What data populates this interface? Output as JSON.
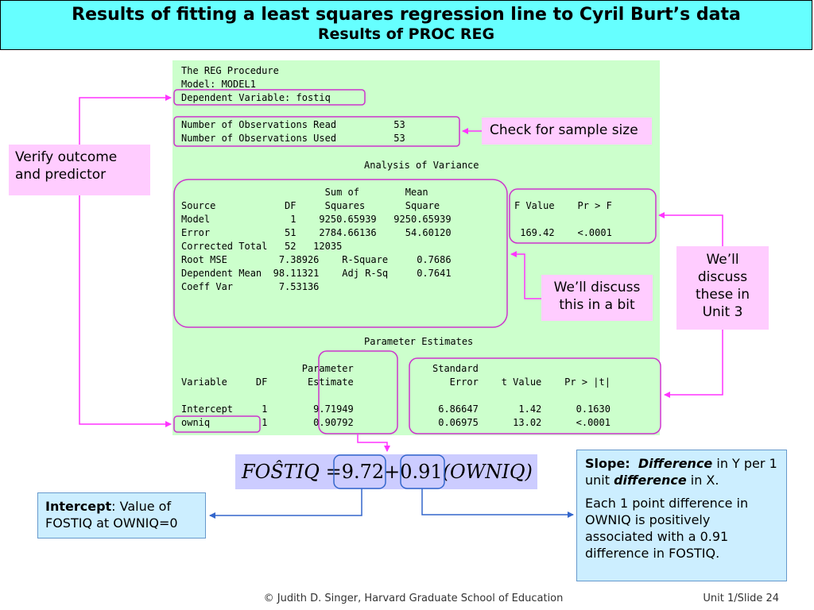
{
  "title": {
    "line1": "Results of fitting a least squares regression line to Cyril Burt’s data",
    "line2": "Results of PROC REG"
  },
  "output": {
    "header": [
      "The REG Procedure",
      "Model: MODEL1",
      "Dependent Variable: fostiq"
    ],
    "observations": [
      "Number of Observations Read          53",
      "Number of Observations Used          53"
    ],
    "anova_title": "Analysis of Variance",
    "anova_lines": [
      "                         Sum of        Mean",
      "Source            DF     Squares       Square",
      "",
      "Model              1    9250.65939   9250.65939",
      "Error             51    2784.66136     54.60120",
      "Corrected Total   52   12035",
      "",
      "Root MSE         7.38926    R-Square     0.7686",
      "Dependent Mean  98.11321    Adj R-Sq     0.7641",
      "Coeff Var        7.53136"
    ],
    "ftest_lines": [
      "F Value    Pr > F",
      "",
      "",
      " 169.42    <.0001"
    ],
    "param_title": "Parameter Estimates",
    "param_left_lines": [
      "                     Parameter",
      "Variable     DF       Estimate",
      "",
      "Intercept     1        9.71949",
      "owniq         1        0.90792"
    ],
    "param_right_lines": [
      "Standard",
      "   Error    t Value    Pr > |t|",
      "",
      " 6.86647       1.42      0.1630",
      " 0.06975      13.02      <.0001"
    ]
  },
  "callouts": {
    "verify": "Verify outcome and predictor",
    "sample_size": "Check for sample size",
    "discuss_bit": "We’ll discuss this in a bit",
    "discuss_unit3": "We’ll discuss these in Unit 3"
  },
  "equation": {
    "lhs": "FOŜTIQ",
    "equals": "=",
    "intercept": "9.72",
    "plus": "+",
    "slope": "0.91",
    "predictor": "(OWNIQ)"
  },
  "intercept_note": {
    "label": "Intercept",
    "text": ":  Value of FOSTIQ at OWNIQ=0"
  },
  "slope_note": {
    "label": "Slope:",
    "word1": "Difference",
    "text1": " in Y per 1 unit ",
    "word2": "difference",
    "text2": " in X.",
    "para2": "Each 1 point difference in OWNIQ is positively associated with a 0.91 difference in FOSTIQ."
  },
  "footer": {
    "credit": "© Judith D. Singer, Harvard Graduate School of Education",
    "slide": "Unit 1/Slide 24"
  },
  "colors": {
    "title_bg": "#66ffff",
    "panel_bg": "#ccffcc",
    "callout_bg": "#ffccff",
    "magenta_line": "#ff33ff",
    "note_bg": "#cceeff",
    "equation_bg": "#ccccff",
    "blue_line": "#3366cc"
  }
}
